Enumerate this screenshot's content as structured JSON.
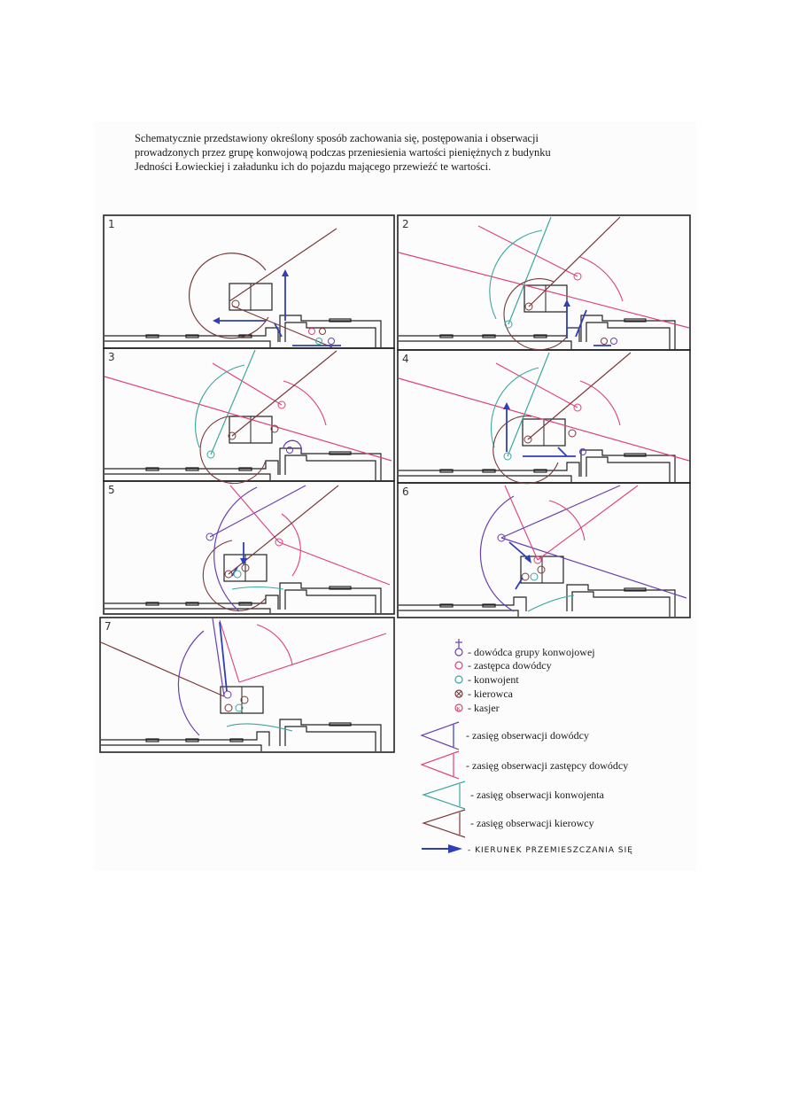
{
  "title_lines": [
    "Schematycznie przedstawiony określony sposób zachowania się, postępowania i obserwacji",
    "prowadzonych przez grupę konwojową podczas przeniesienia wartości pieniężnych z budynku",
    "Jedności Łowieckiej i załadunku ich do pojazdu mającego przewieźć te wartości."
  ],
  "panels": [
    "1",
    "2",
    "3",
    "4",
    "5",
    "6",
    "7"
  ],
  "legend": {
    "commander": "- dowódca grupy konwojowej",
    "deputy": "- zastępca dowódcy",
    "escort": "- konwojent",
    "driver": "- kierowca",
    "cashier": "- kasjer",
    "range_commander": "- zasięg obserwacji dowódcy",
    "range_deputy": "- zasięg obserwacji zastępcy dowódcy",
    "range_escort": "- zasięg obserwacji konwojenta",
    "range_driver": "- zasięg obserwacji kierowcy",
    "direction": "- KIERUNEK PRZEMIESZCZANIA SIĘ"
  },
  "colors": {
    "commander": "#6a3fb0",
    "deputy": "#e0407a",
    "escort": "#3aa7a0",
    "driver": "#7a3a3a",
    "direction": "#2f3fb8",
    "ink": "#222222"
  }
}
